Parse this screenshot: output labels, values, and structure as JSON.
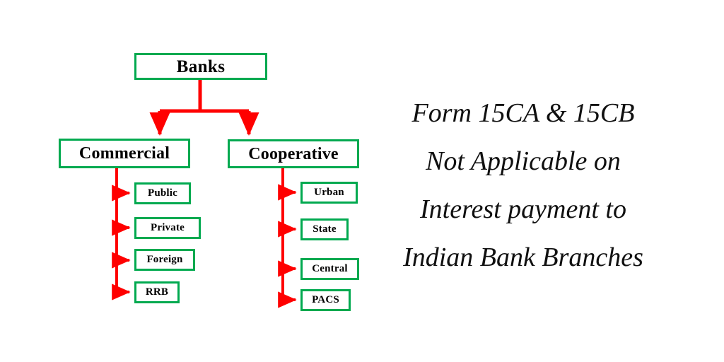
{
  "diagram": {
    "title": "Banks classification tree",
    "colors": {
      "box_border": "#00a94f",
      "connector": "#ff0000",
      "text": "#000000",
      "background": "#ffffff"
    },
    "root": {
      "label": "Banks"
    },
    "branches": [
      {
        "label": "Commercial",
        "children": [
          {
            "label": "Public"
          },
          {
            "label": "Private"
          },
          {
            "label": "Foreign"
          },
          {
            "label": "RRB"
          }
        ]
      },
      {
        "label": "Cooperative",
        "children": [
          {
            "label": "Urban"
          },
          {
            "label": "State"
          },
          {
            "label": "Central"
          },
          {
            "label": "PACS"
          }
        ]
      }
    ]
  },
  "caption": {
    "lines": [
      "Form 15CA & 15CB",
      "Not Applicable on",
      "Interest payment to",
      "Indian Bank Branches"
    ]
  }
}
